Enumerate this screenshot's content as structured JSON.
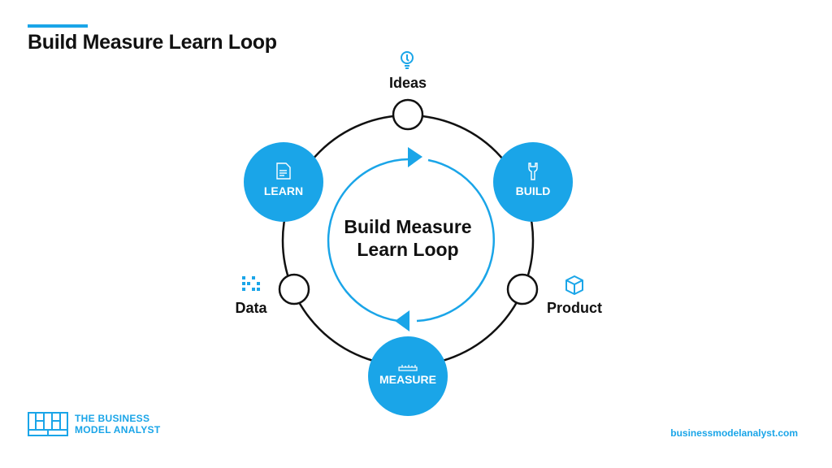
{
  "header": {
    "title": "Build Measure Learn Loop"
  },
  "diagram": {
    "center_label_lines": [
      "Build Measure",
      "Learn Loop"
    ],
    "stages": [
      {
        "label": "LEARN",
        "icon": "document-icon"
      },
      {
        "label": "BUILD",
        "icon": "wrench-icon"
      },
      {
        "label": "MEASURE",
        "icon": "ruler-icon"
      }
    ],
    "outputs": [
      {
        "label": "Ideas",
        "icon": "lightbulb-icon"
      },
      {
        "label": "Product",
        "icon": "box-icon"
      },
      {
        "label": "Data",
        "icon": "data-grid-icon"
      }
    ]
  },
  "footer": {
    "brand_line1": "THE BUSINESS",
    "brand_line2": "MODEL ANALYST",
    "url": "businessmodelanalyst.com"
  },
  "colors": {
    "accent": "#1aa5e8",
    "stage_fill": "#1aa5e8",
    "ring": "#111111",
    "text": "#111111"
  }
}
